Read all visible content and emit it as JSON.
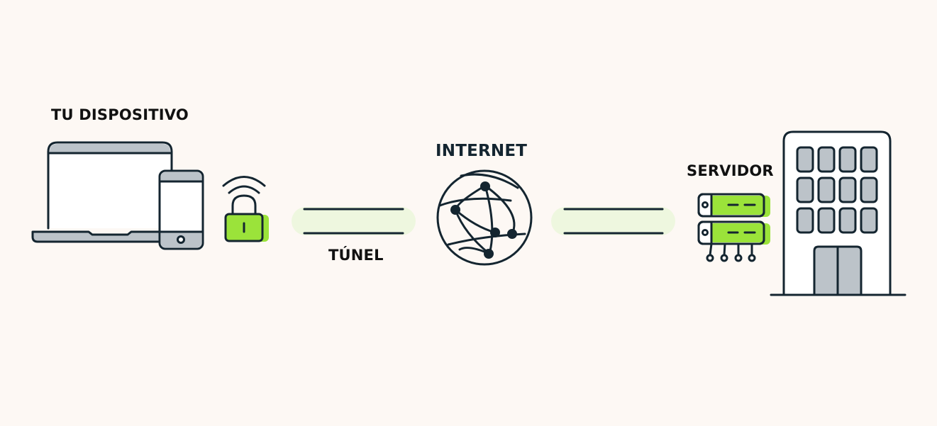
{
  "labels": {
    "device": "TU DISPOSITIVO",
    "internet": "INTERNET",
    "server": "SERVIDOR",
    "tunnel": "TÚNEL"
  },
  "colors": {
    "background": "#fdf8f4",
    "outline": "#142530",
    "accent_green": "#9be33a",
    "tunnel_glow": "#eef7df",
    "gray_fill": "#bcc3c9",
    "white_fill": "#ffffff"
  },
  "icons": {
    "laptop": "laptop-icon",
    "phone": "smartphone-icon",
    "lock": "padlock-wireless-icon",
    "globe": "globe-network-icon",
    "server": "server-rack-icon",
    "building": "office-building-icon"
  }
}
